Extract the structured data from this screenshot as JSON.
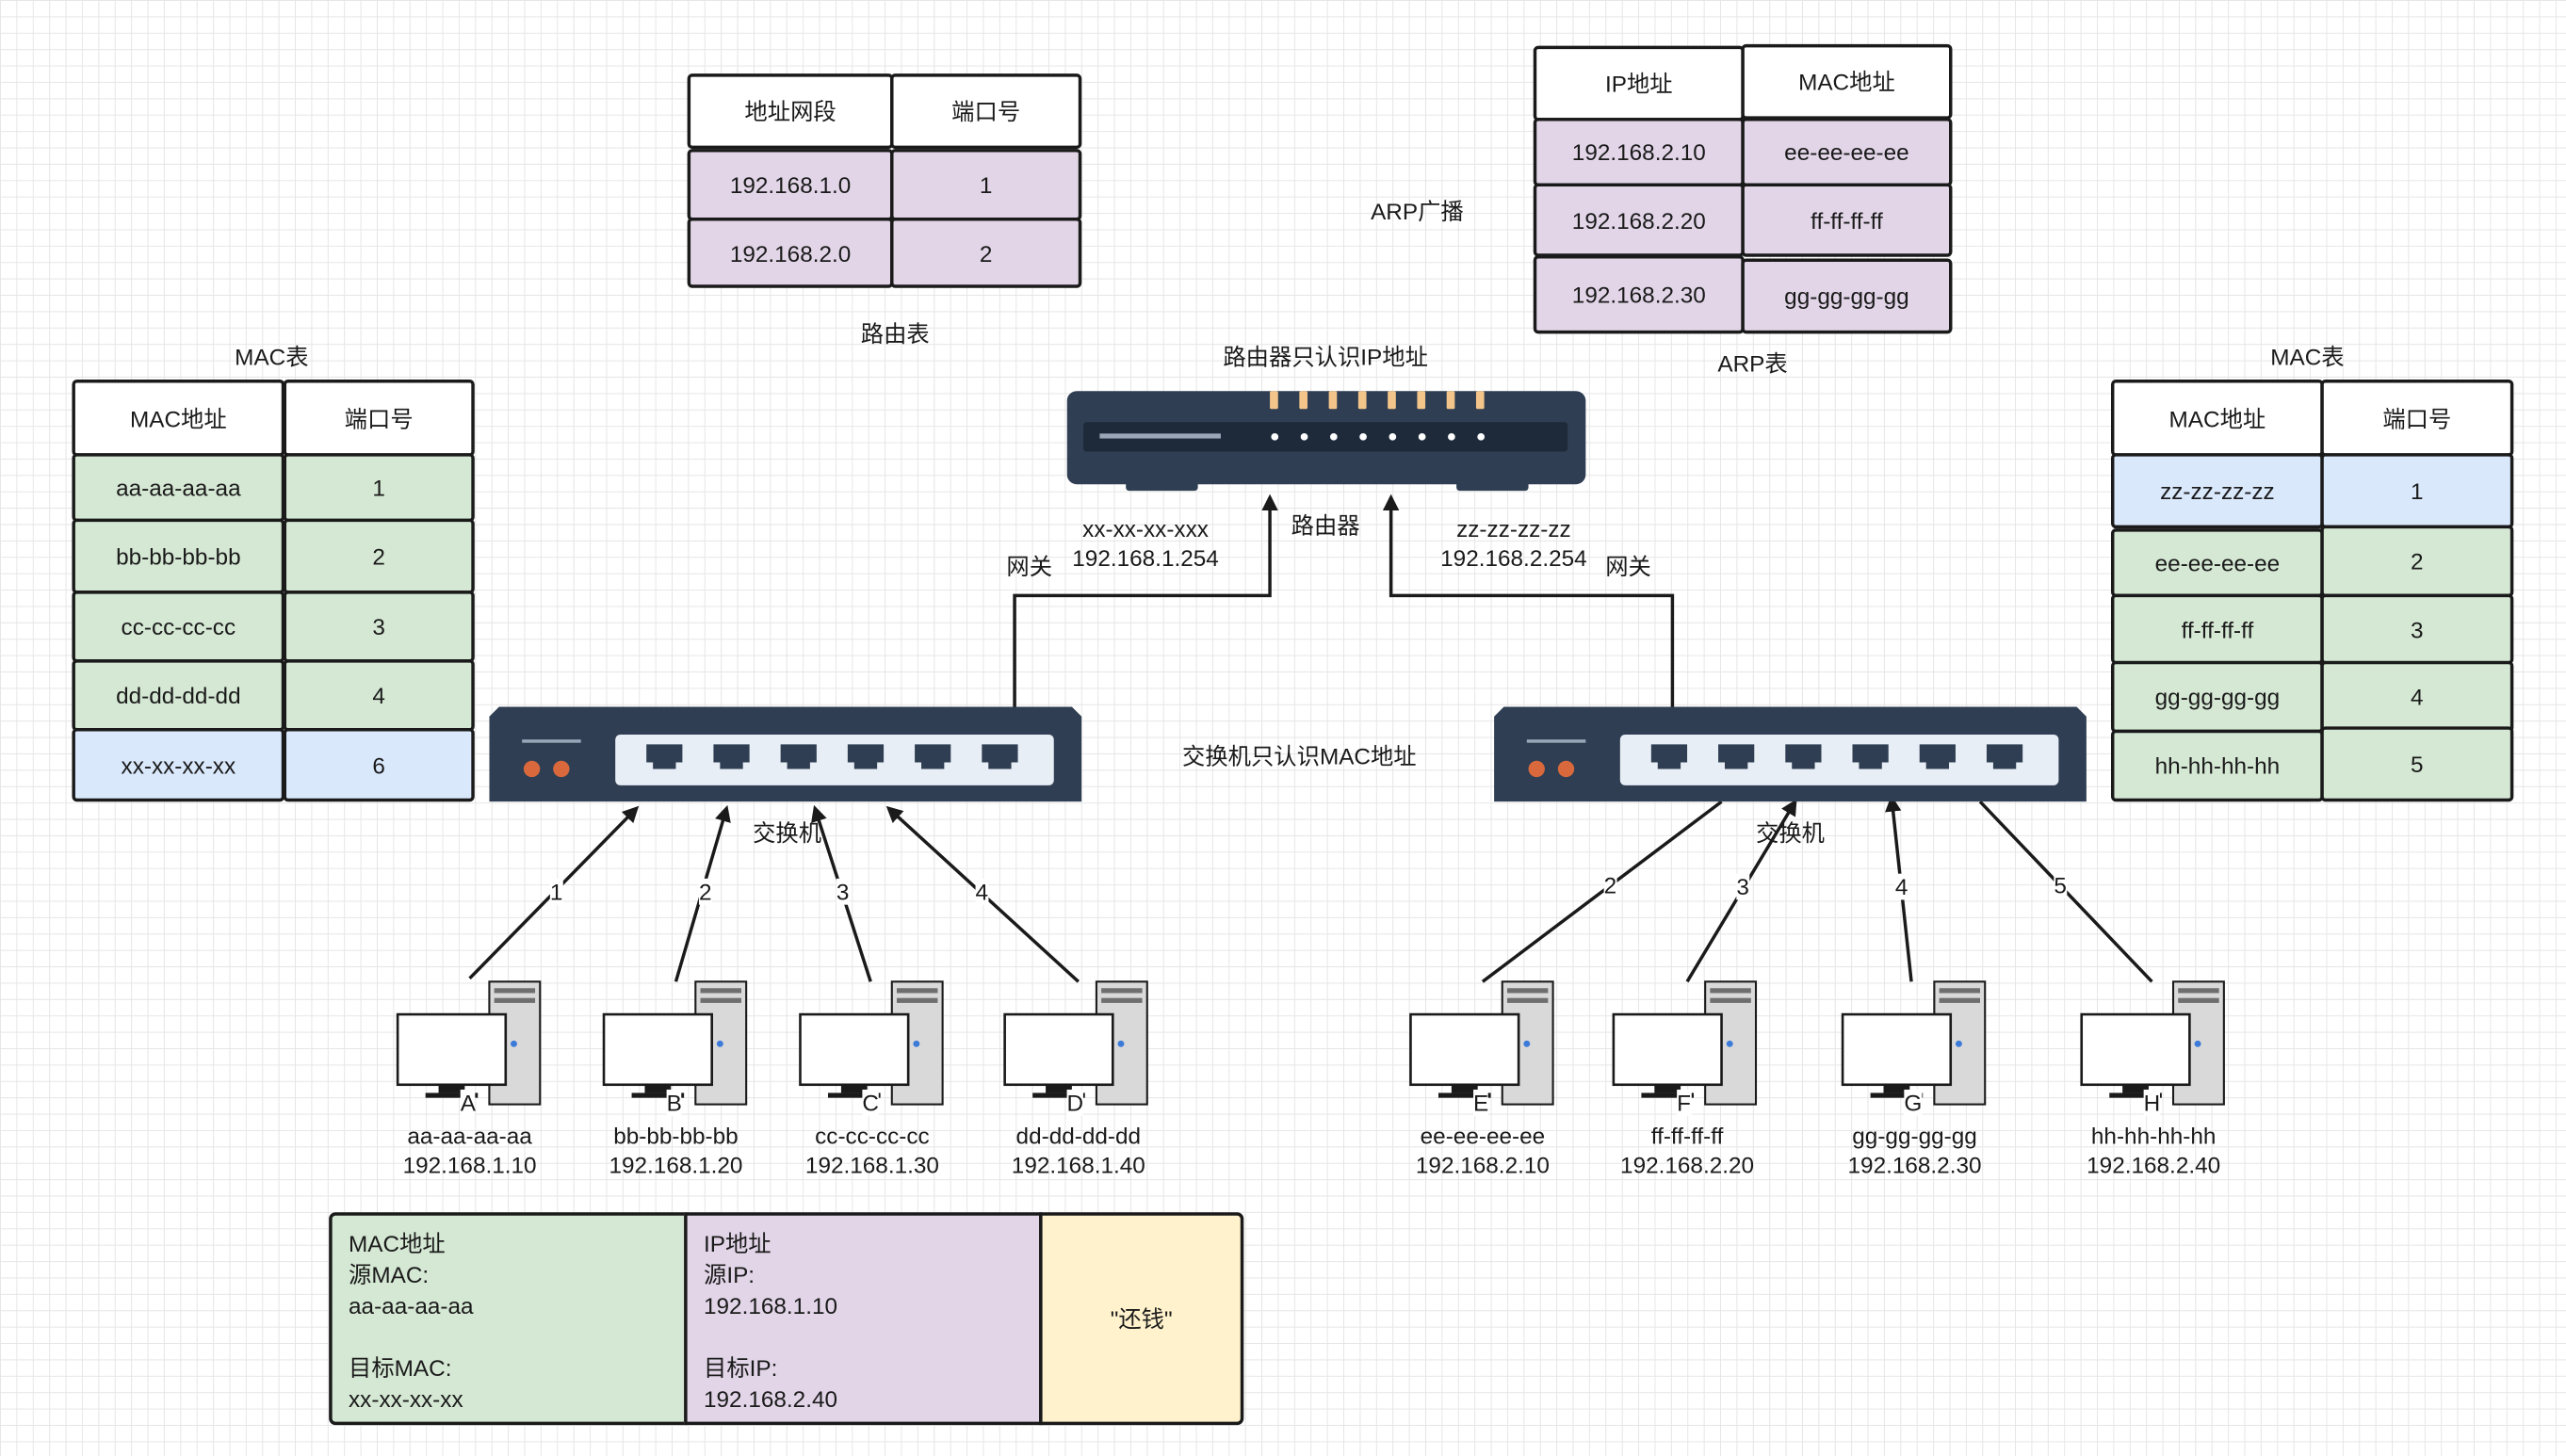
{
  "routing_table": {
    "headers": [
      "地址网段",
      "端口号"
    ],
    "rows": [
      [
        "192.168.1.0",
        "1"
      ],
      [
        "192.168.2.0",
        "2"
      ]
    ],
    "caption": "路由表"
  },
  "arp_table": {
    "headers": [
      "IP地址",
      "MAC地址"
    ],
    "rows": [
      [
        "192.168.2.10",
        "ee-ee-ee-ee"
      ],
      [
        "192.168.2.20",
        "ff-ff-ff-ff"
      ],
      [
        "192.168.2.30",
        "gg-gg-gg-gg"
      ]
    ],
    "caption": "ARP表",
    "broadcast_label": "ARP广播"
  },
  "mac_table_left": {
    "title": "MAC表",
    "headers": [
      "MAC地址",
      "端口号"
    ],
    "rows": [
      [
        "aa-aa-aa-aa",
        "1"
      ],
      [
        "bb-bb-bb-bb",
        "2"
      ],
      [
        "cc-cc-cc-cc",
        "3"
      ],
      [
        "dd-dd-dd-dd",
        "4"
      ],
      [
        "xx-xx-xx-xx",
        "6"
      ]
    ]
  },
  "mac_table_right": {
    "title": "MAC表",
    "headers": [
      "MAC地址",
      "端口号"
    ],
    "rows": [
      [
        "zz-zz-zz-zz",
        "1"
      ],
      [
        "ee-ee-ee-ee",
        "2"
      ],
      [
        "ff-ff-ff-ff",
        "3"
      ],
      [
        "gg-gg-gg-gg",
        "4"
      ],
      [
        "hh-hh-hh-hh",
        "5"
      ]
    ]
  },
  "router": {
    "note": "路由器只认识IP地址",
    "label": "路由器",
    "left_gateway": {
      "mac": "xx-xx-xx-xxx",
      "ip": "192.168.1.254",
      "tag": "网关"
    },
    "right_gateway": {
      "mac": "zz-zz-zz-zz",
      "ip": "192.168.2.254",
      "tag": "网关"
    }
  },
  "switch_note": "交换机只认识MAC地址",
  "switch_left_label": "交换机",
  "switch_right_label": "交换机",
  "left_links": [
    "1",
    "2",
    "3",
    "4"
  ],
  "right_links": [
    "2",
    "3",
    "4",
    "5"
  ],
  "hosts_left": [
    {
      "name": "A",
      "mac": "aa-aa-aa-aa",
      "ip": "192.168.1.10"
    },
    {
      "name": "B",
      "mac": "bb-bb-bb-bb",
      "ip": "192.168.1.20"
    },
    {
      "name": "C",
      "mac": "cc-cc-cc-cc",
      "ip": "192.168.1.30"
    },
    {
      "name": "D",
      "mac": "dd-dd-dd-dd",
      "ip": "192.168.1.40"
    }
  ],
  "hosts_right": [
    {
      "name": "E",
      "mac": "ee-ee-ee-ee",
      "ip": "192.168.2.10"
    },
    {
      "name": "F",
      "mac": "ff-ff-ff-ff",
      "ip": "192.168.2.20"
    },
    {
      "name": "G",
      "mac": "gg-gg-gg-gg",
      "ip": "192.168.2.30"
    },
    {
      "name": "H",
      "mac": "hh-hh-hh-hh",
      "ip": "192.168.2.40"
    }
  ],
  "packet": {
    "mac_section": {
      "title": "MAC地址",
      "src_label": "源MAC:",
      "src": "aa-aa-aa-aa",
      "dst_label": "目标MAC:",
      "dst": "xx-xx-xx-xx"
    },
    "ip_section": {
      "title": "IP地址",
      "src_label": "源IP:",
      "src": "192.168.1.10",
      "dst_label": "目标IP:",
      "dst": "192.168.2.40"
    },
    "payload": "\"还钱\""
  },
  "colors": {
    "purple": "#e1d5e7",
    "green": "#d5e8d4",
    "blue": "#dae8fc",
    "yellow": "#fff2cc",
    "device": "#2f3e52"
  }
}
